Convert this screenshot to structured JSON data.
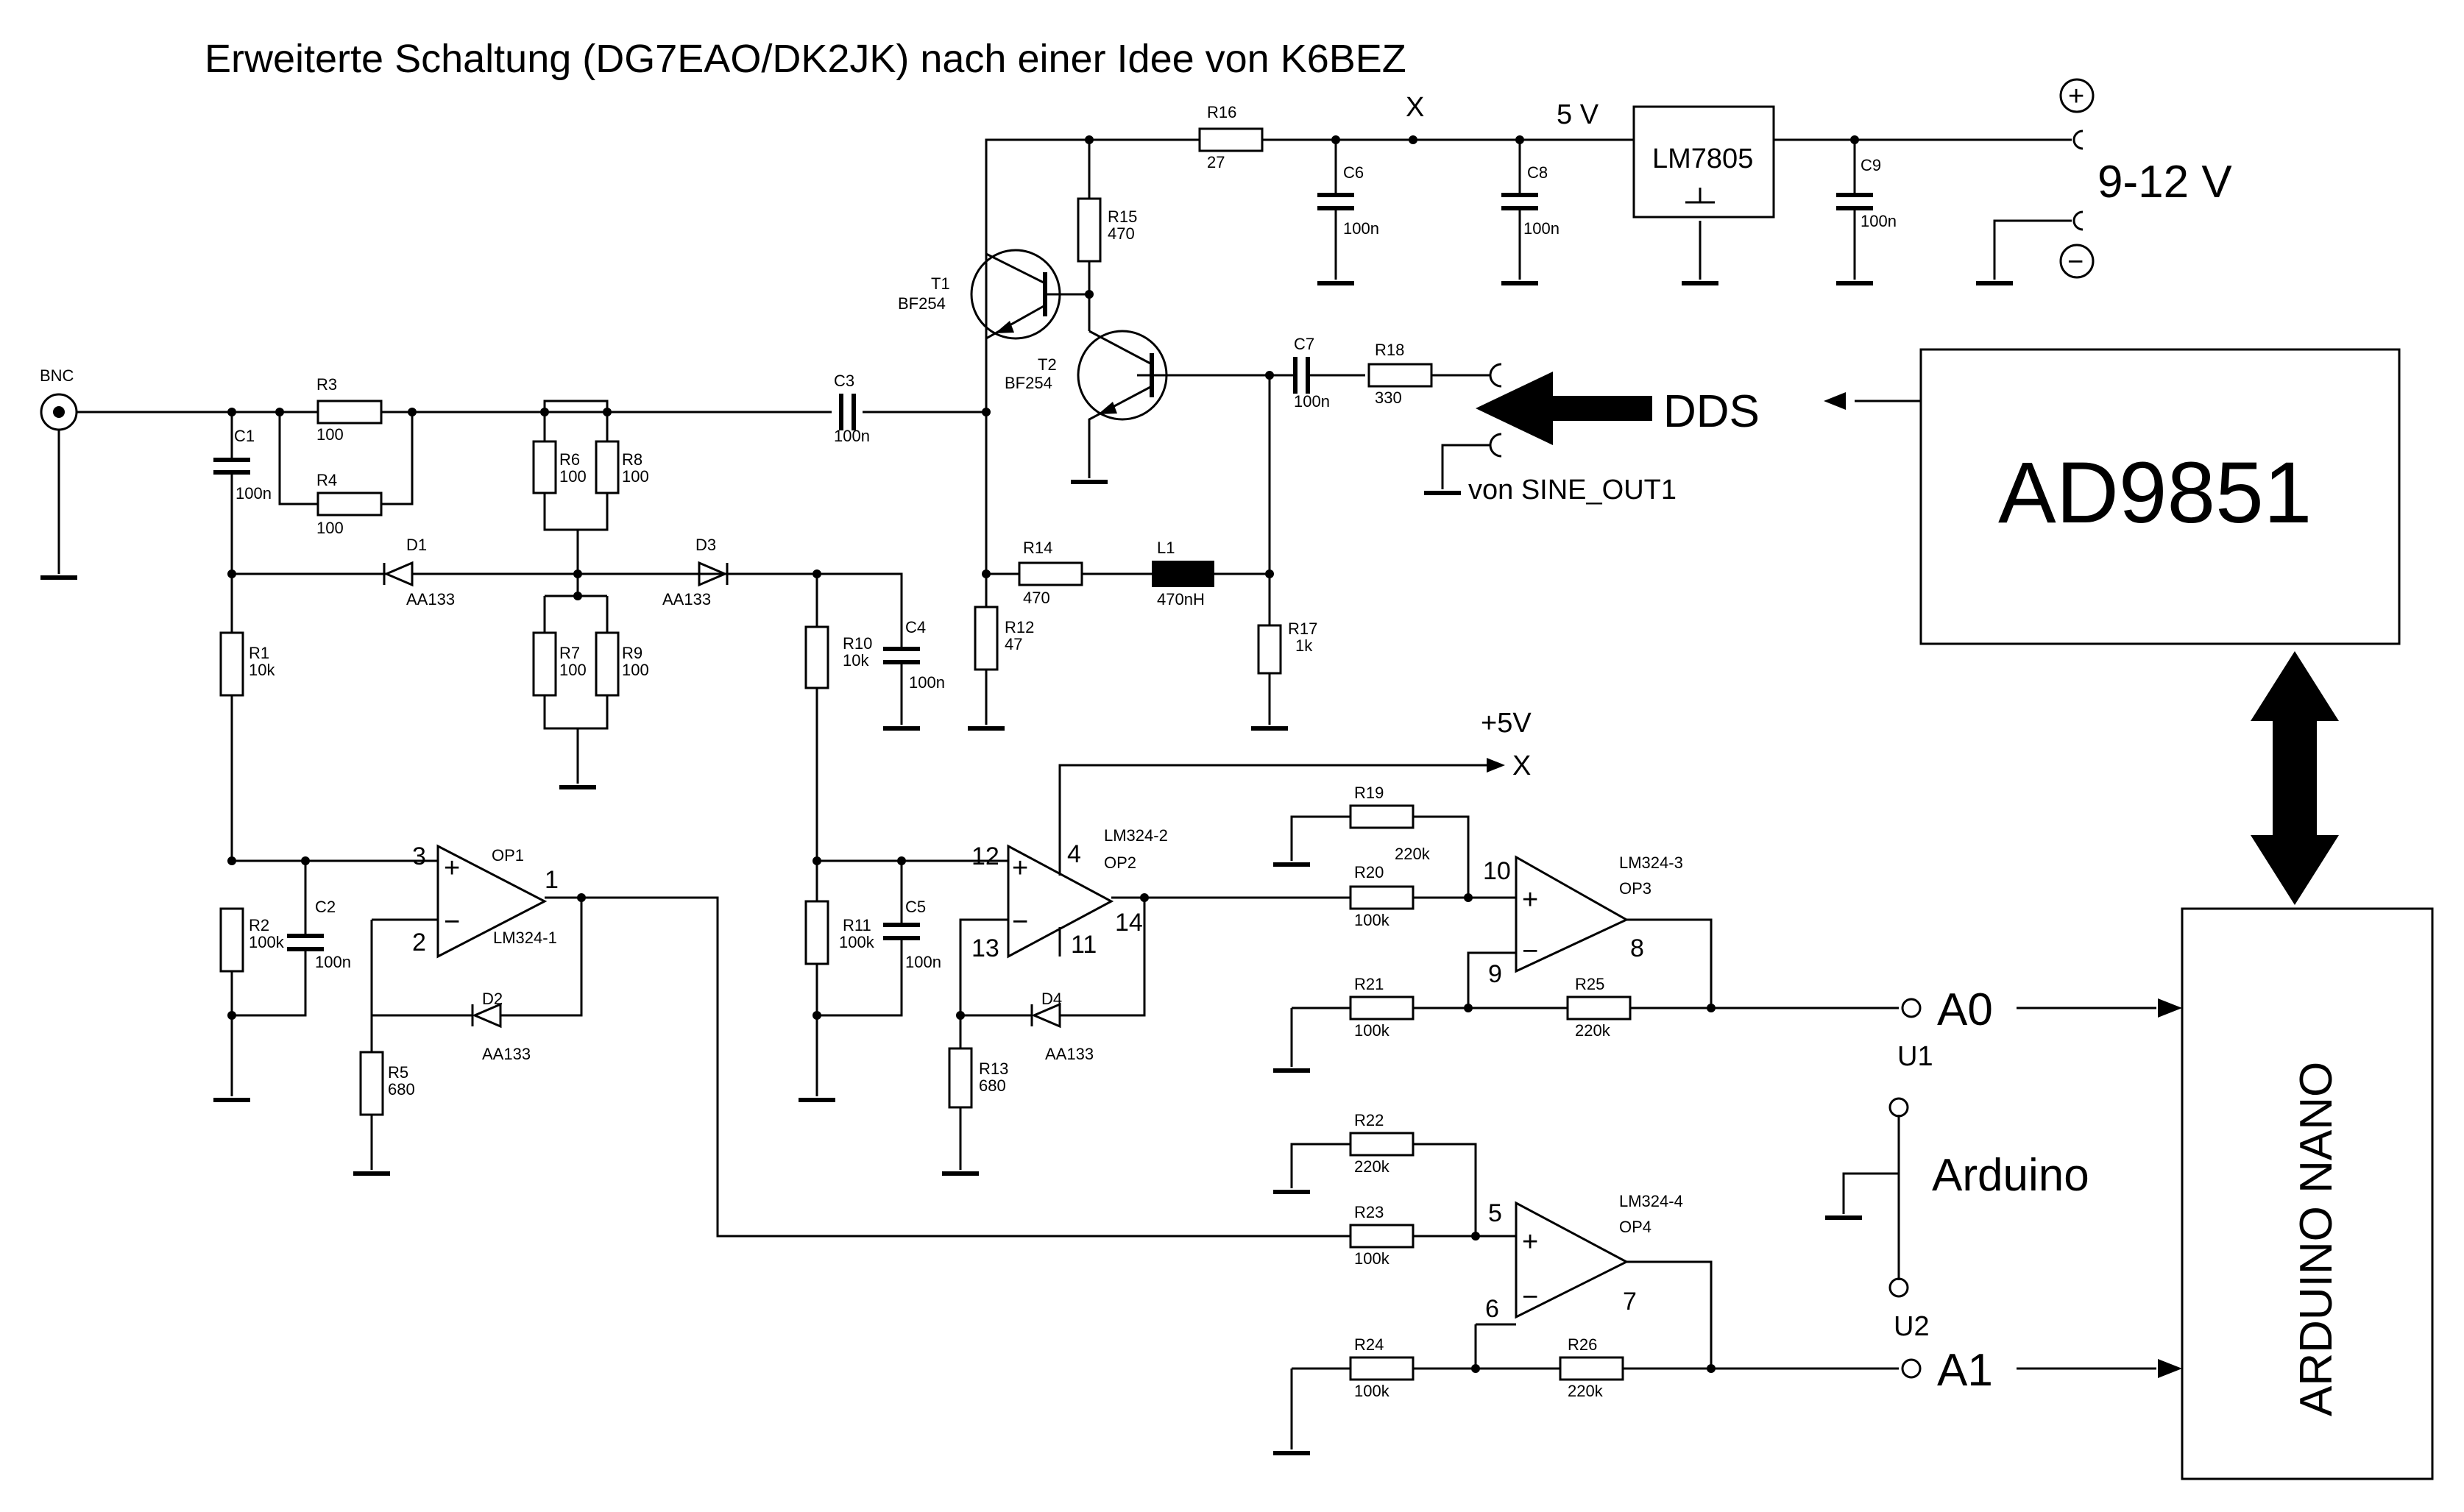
{
  "title": "Erweiterte Schaltung (DG7EAO/DK2JK) nach einer Idee von K6BEZ",
  "connectors": {
    "bnc": "BNC",
    "supply_plus": "+",
    "supply_minus": "−",
    "supply_voltage": "9-12 V",
    "rail_5v": "5 V",
    "rail_x": "X",
    "plus5v": "+5V",
    "plus5v_x": "X",
    "dds": "DDS",
    "sine_out": "von SINE_OUT1",
    "a0": "A0",
    "a1": "A1",
    "u1": "U1",
    "u2": "U2",
    "arduino": "Arduino"
  },
  "blocks": {
    "ad9851": "AD9851",
    "arduino_nano": "ARDUINO NANO",
    "regulator": "LM7805"
  },
  "components": {
    "r1": {
      "name": "R1",
      "value": "10k"
    },
    "r2": {
      "name": "R2",
      "value": "100k"
    },
    "r3": {
      "name": "R3",
      "value": "100"
    },
    "r4": {
      "name": "R4",
      "value": "100"
    },
    "r5": {
      "name": "R5",
      "value": "680"
    },
    "r6": {
      "name": "R6",
      "value": "100"
    },
    "r7": {
      "name": "R7",
      "value": "100"
    },
    "r8": {
      "name": "R8",
      "value": "100"
    },
    "r9": {
      "name": "R9",
      "value": "100"
    },
    "r10": {
      "name": "R10",
      "value": "10k"
    },
    "r11": {
      "name": "R11",
      "value": "100k"
    },
    "r12": {
      "name": "R12",
      "value": "47"
    },
    "r13": {
      "name": "R13",
      "value": "680"
    },
    "r14": {
      "name": "R14",
      "value": "470"
    },
    "r15": {
      "name": "R15",
      "value": "470"
    },
    "r16": {
      "name": "R16",
      "value": "27"
    },
    "r17": {
      "name": "R17",
      "value": "1k"
    },
    "r18": {
      "name": "R18",
      "value": "330"
    },
    "r19": {
      "name": "R19",
      "value": "220k"
    },
    "r20": {
      "name": "R20",
      "value": "100k"
    },
    "r21": {
      "name": "R21",
      "value": "100k"
    },
    "r22": {
      "name": "R22",
      "value": "220k"
    },
    "r23": {
      "name": "R23",
      "value": "100k"
    },
    "r24": {
      "name": "R24",
      "value": "100k"
    },
    "r25": {
      "name": "R25",
      "value": "220k"
    },
    "r26": {
      "name": "R26",
      "value": "220k"
    },
    "c1": {
      "name": "C1",
      "value": "100n"
    },
    "c2": {
      "name": "C2",
      "value": "100n"
    },
    "c3": {
      "name": "C3",
      "value": "100n"
    },
    "c4": {
      "name": "C4",
      "value": "100n"
    },
    "c5": {
      "name": "C5",
      "value": "100n"
    },
    "c6": {
      "name": "C6",
      "value": "100n"
    },
    "c7": {
      "name": "C7",
      "value": "100n"
    },
    "c8": {
      "name": "C8",
      "value": "100n"
    },
    "c9": {
      "name": "C9",
      "value": "100n"
    },
    "d1": {
      "name": "D1",
      "value": "AA133"
    },
    "d2": {
      "name": "D2",
      "value": "AA133"
    },
    "d3": {
      "name": "D3",
      "value": "AA133"
    },
    "d4": {
      "name": "D4",
      "value": "AA133"
    },
    "t1": {
      "name": "T1",
      "value": "BF254"
    },
    "t2": {
      "name": "T2",
      "value": "BF254"
    },
    "l1": {
      "name": "L1",
      "value": "470nH"
    }
  },
  "opamps": {
    "op1": {
      "name": "OP1",
      "part": "LM324-1",
      "pin_plus": "3",
      "pin_minus": "2",
      "pin_out": "1"
    },
    "op2": {
      "name": "OP2",
      "part": "LM324-2",
      "pin_plus": "12",
      "pin_minus": "13",
      "pin_out": "14",
      "pin_vcc": "4",
      "pin_gnd": "11"
    },
    "op3": {
      "name": "OP3",
      "part": "LM324-3",
      "pin_plus": "10",
      "pin_minus": "9",
      "pin_out": "8"
    },
    "op4": {
      "name": "OP4",
      "part": "LM324-4",
      "pin_plus": "5",
      "pin_minus": "6",
      "pin_out": "7"
    }
  },
  "symbols": {
    "opamp_plus": "+",
    "opamp_minus": "−"
  }
}
